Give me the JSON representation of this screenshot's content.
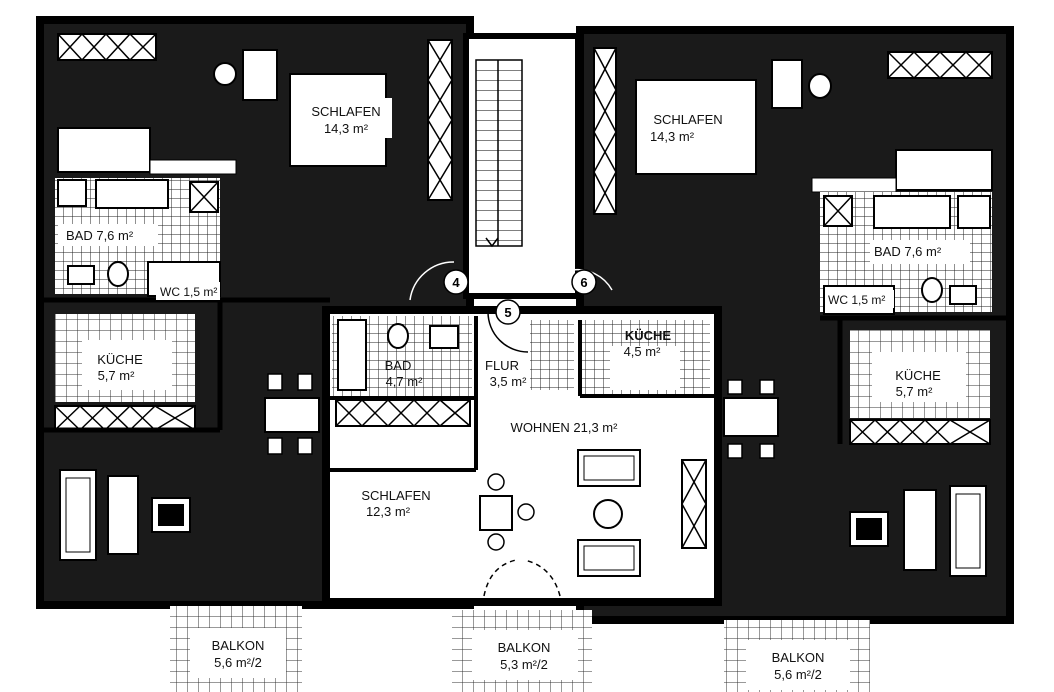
{
  "rooms": {
    "schlafen_left_top": {
      "name": "SCHLAFEN",
      "area": "14,3 m²"
    },
    "bad_left": "BAD 7,6 m²",
    "wc_left": "WC 1,5 m²",
    "kueche_left": {
      "name": "KÜCHE",
      "area": "5,7 m²"
    },
    "schlafen_right_top": {
      "name": "SCHLAFEN",
      "area": "14,3 m²"
    },
    "bad_right": "BAD 7,6 m²",
    "wc_right": "WC 1,5 m²",
    "kueche_right": {
      "name": "KÜCHE",
      "area": "5,7 m²"
    },
    "bad_center": {
      "name": "BAD",
      "area": "4,7 m²"
    },
    "flur_center": {
      "name": "FLUR",
      "area": "3,5 m²"
    },
    "kueche_center": {
      "name": "KÜCHE",
      "area": "4,5 m²"
    },
    "wohnen_center": "WOHNEN 21,3 m²",
    "schlafen_center": {
      "name": "SCHLAFEN",
      "area": "12,3 m²"
    }
  },
  "balconies": [
    {
      "name": "BALKON",
      "area": "5,6 m²/2"
    },
    {
      "name": "BALKON",
      "area": "5,3 m²/2"
    },
    {
      "name": "BALKON",
      "area": "5,6 m²/2"
    }
  ],
  "apartment_markers": [
    "4",
    "5",
    "6"
  ],
  "colors": {
    "wall": "#000000",
    "dark_fill": "#1c1c1c",
    "light_fill": "#ffffff",
    "tile": "#555555"
  }
}
